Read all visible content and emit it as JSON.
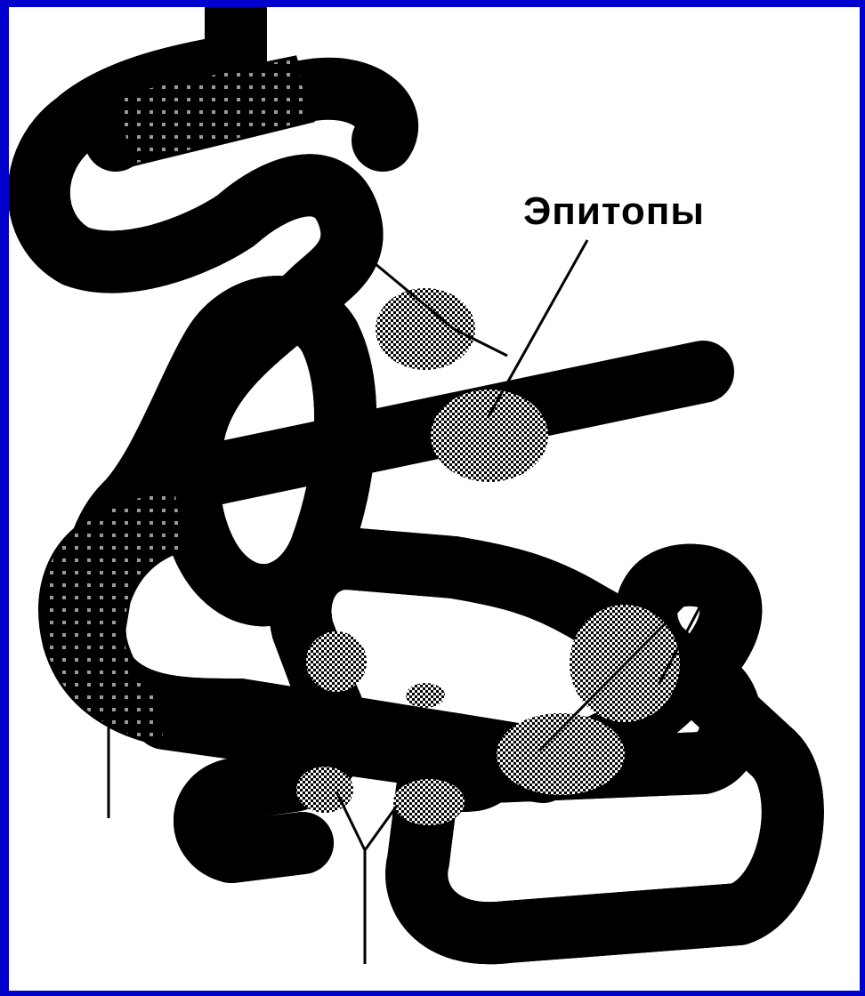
{
  "label": "Эпитопы",
  "colors": {
    "frame": "#0000cc",
    "background": "#ffffff",
    "outline": "#000000",
    "epitope_dark": "#000000",
    "epitope_light": "#9a9a9a"
  },
  "regions": [
    {
      "name": "top-dark-band",
      "shade": "dark"
    },
    {
      "name": "left-dark-band",
      "shade": "dark"
    },
    {
      "name": "center-top-epitope",
      "shade": "light"
    },
    {
      "name": "center-epitope",
      "shade": "light"
    },
    {
      "name": "right-upper-epitope",
      "shade": "light"
    },
    {
      "name": "right-lower-epitope",
      "shade": "light"
    },
    {
      "name": "lower-left-epitope",
      "shade": "light"
    },
    {
      "name": "bottom-epitope-a",
      "shade": "light"
    },
    {
      "name": "bottom-epitope-b",
      "shade": "light"
    },
    {
      "name": "middle-bump-epitope",
      "shade": "light"
    }
  ]
}
